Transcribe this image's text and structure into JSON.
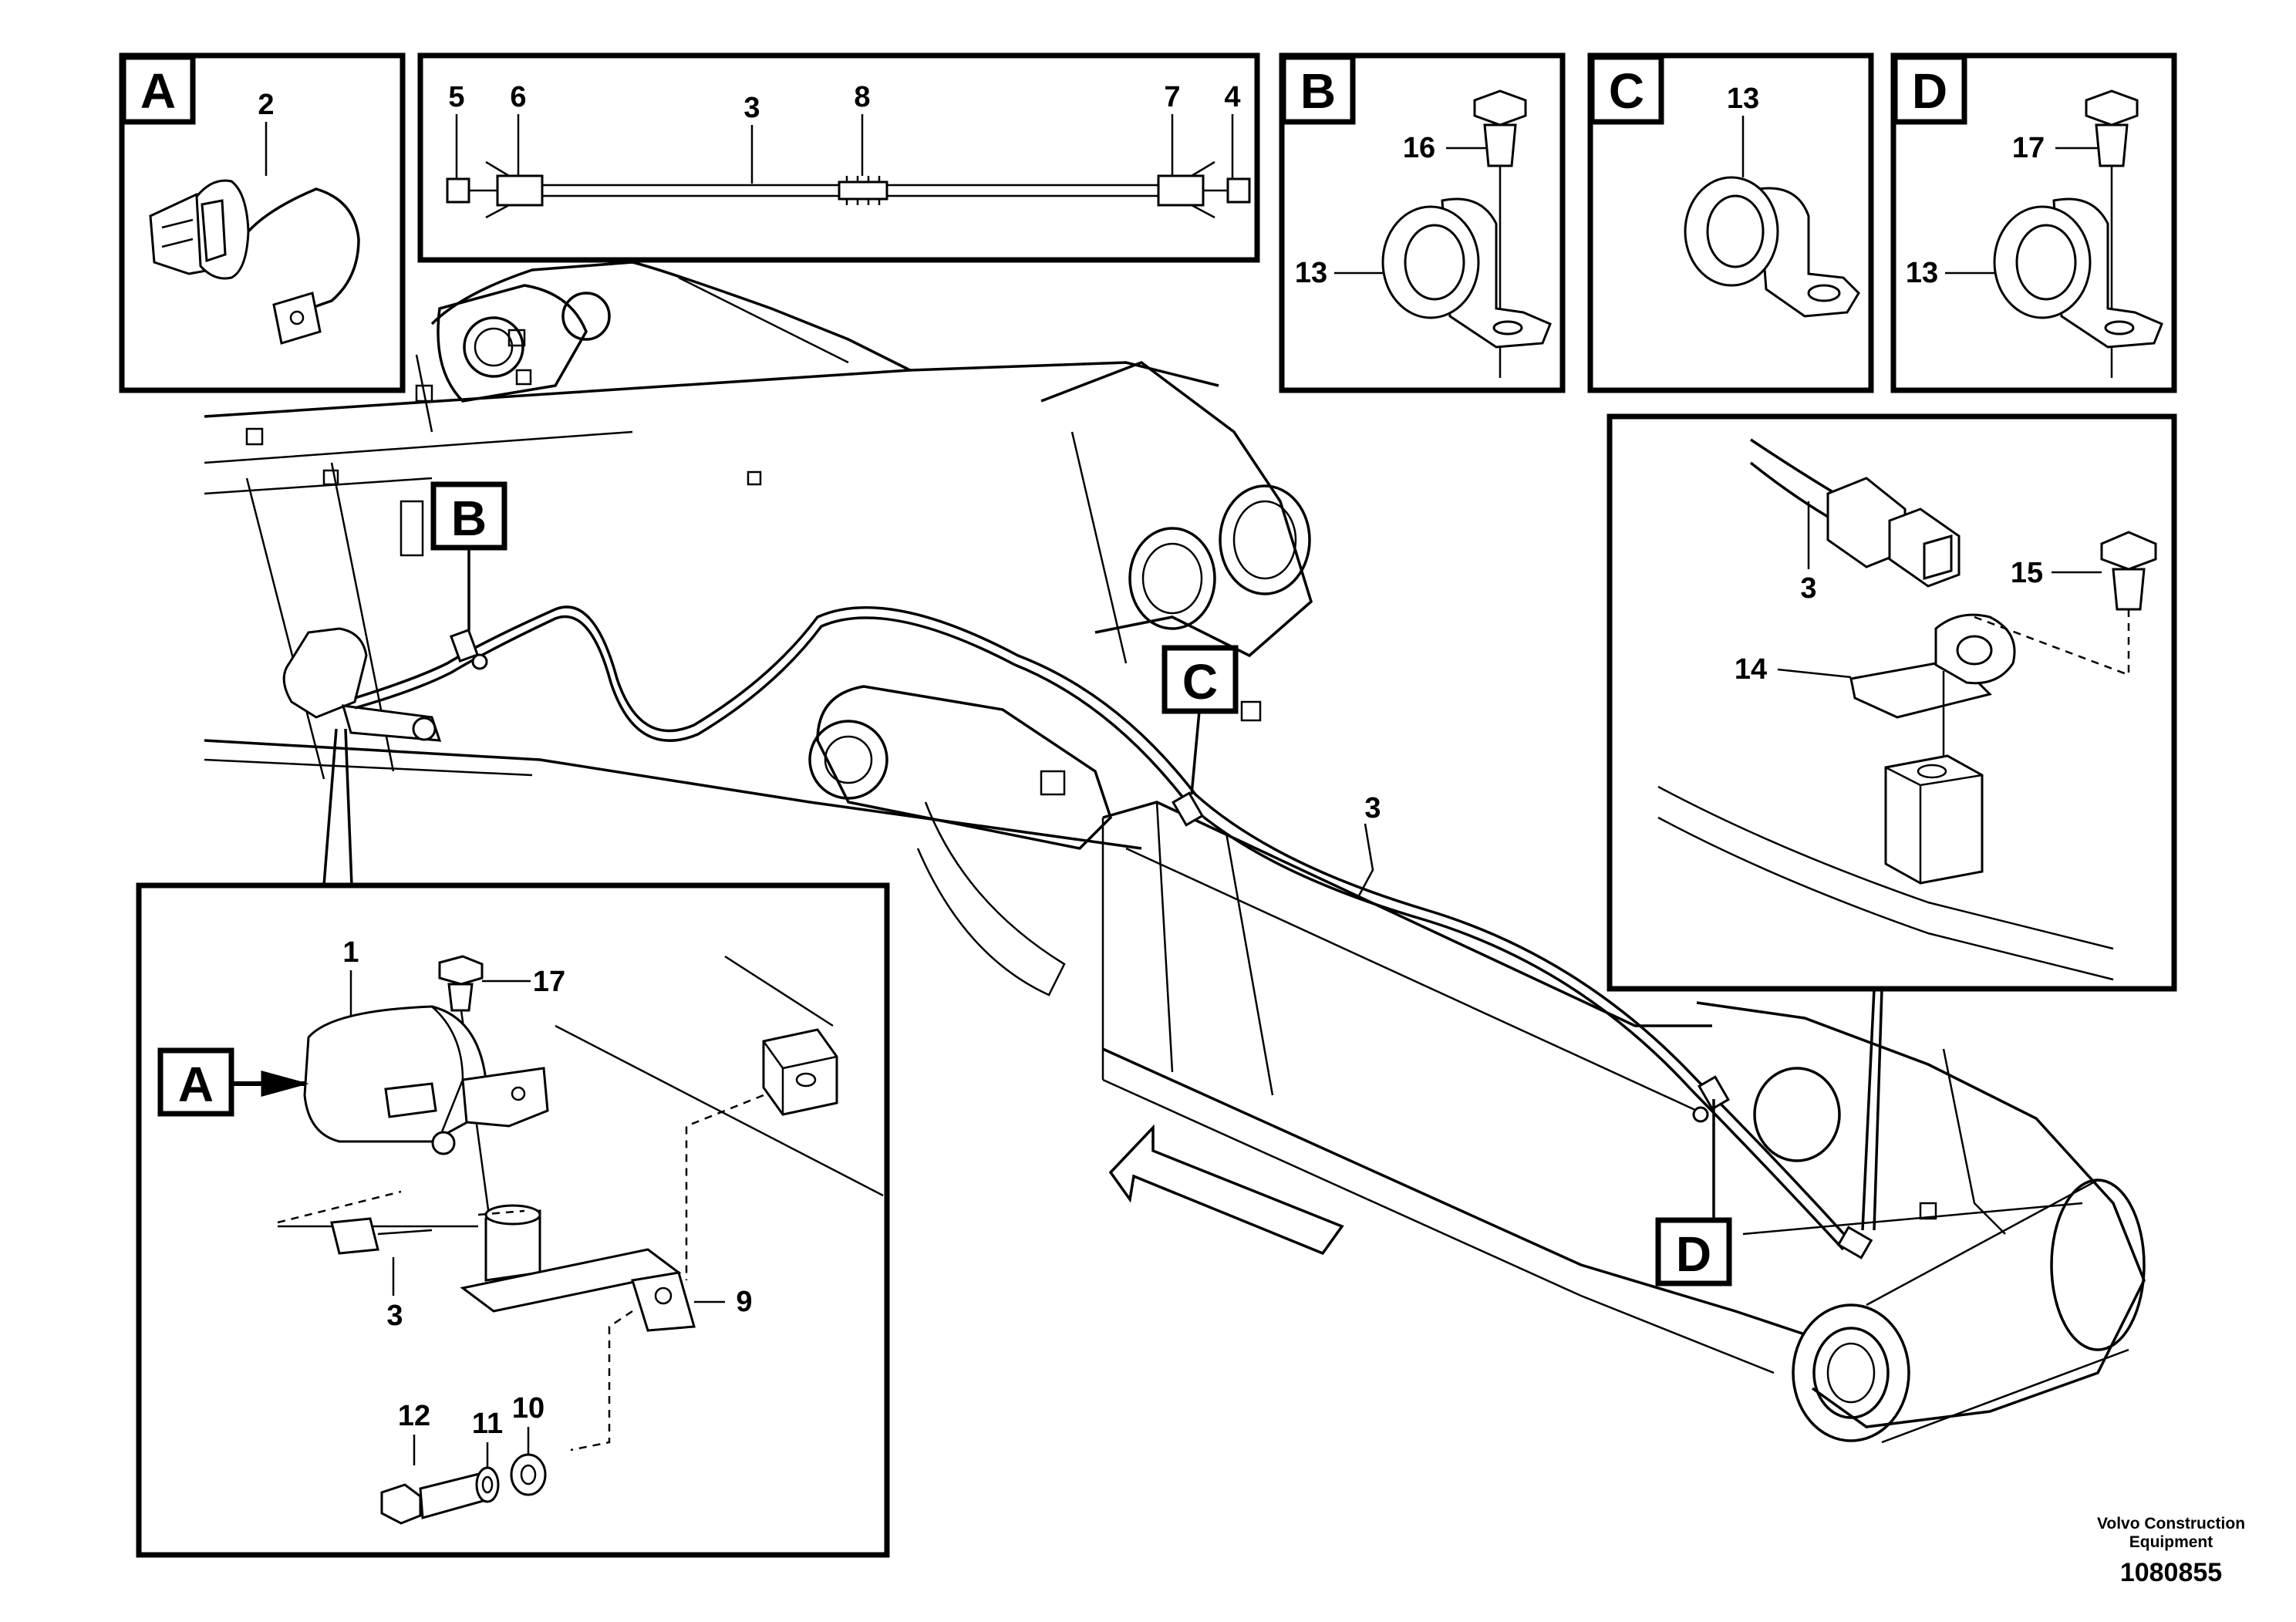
{
  "parts": {
    "p1": "1",
    "p2": "2",
    "p3": "3",
    "p4": "4",
    "p5": "5",
    "p6": "6",
    "p7": "7",
    "p8": "8",
    "p9": "9",
    "p10": "10",
    "p11": "11",
    "p12": "12",
    "p13": "13",
    "p14": "14",
    "p15": "15",
    "p16": "16",
    "p17": "17"
  },
  "refs": {
    "a": "A",
    "b": "B",
    "c": "C",
    "d": "D"
  },
  "footer": {
    "company_line1": "Volvo Construction",
    "company_line2": "Equipment",
    "document_number": "1080855"
  },
  "icons": {
    "direction": "arrow-icon"
  }
}
